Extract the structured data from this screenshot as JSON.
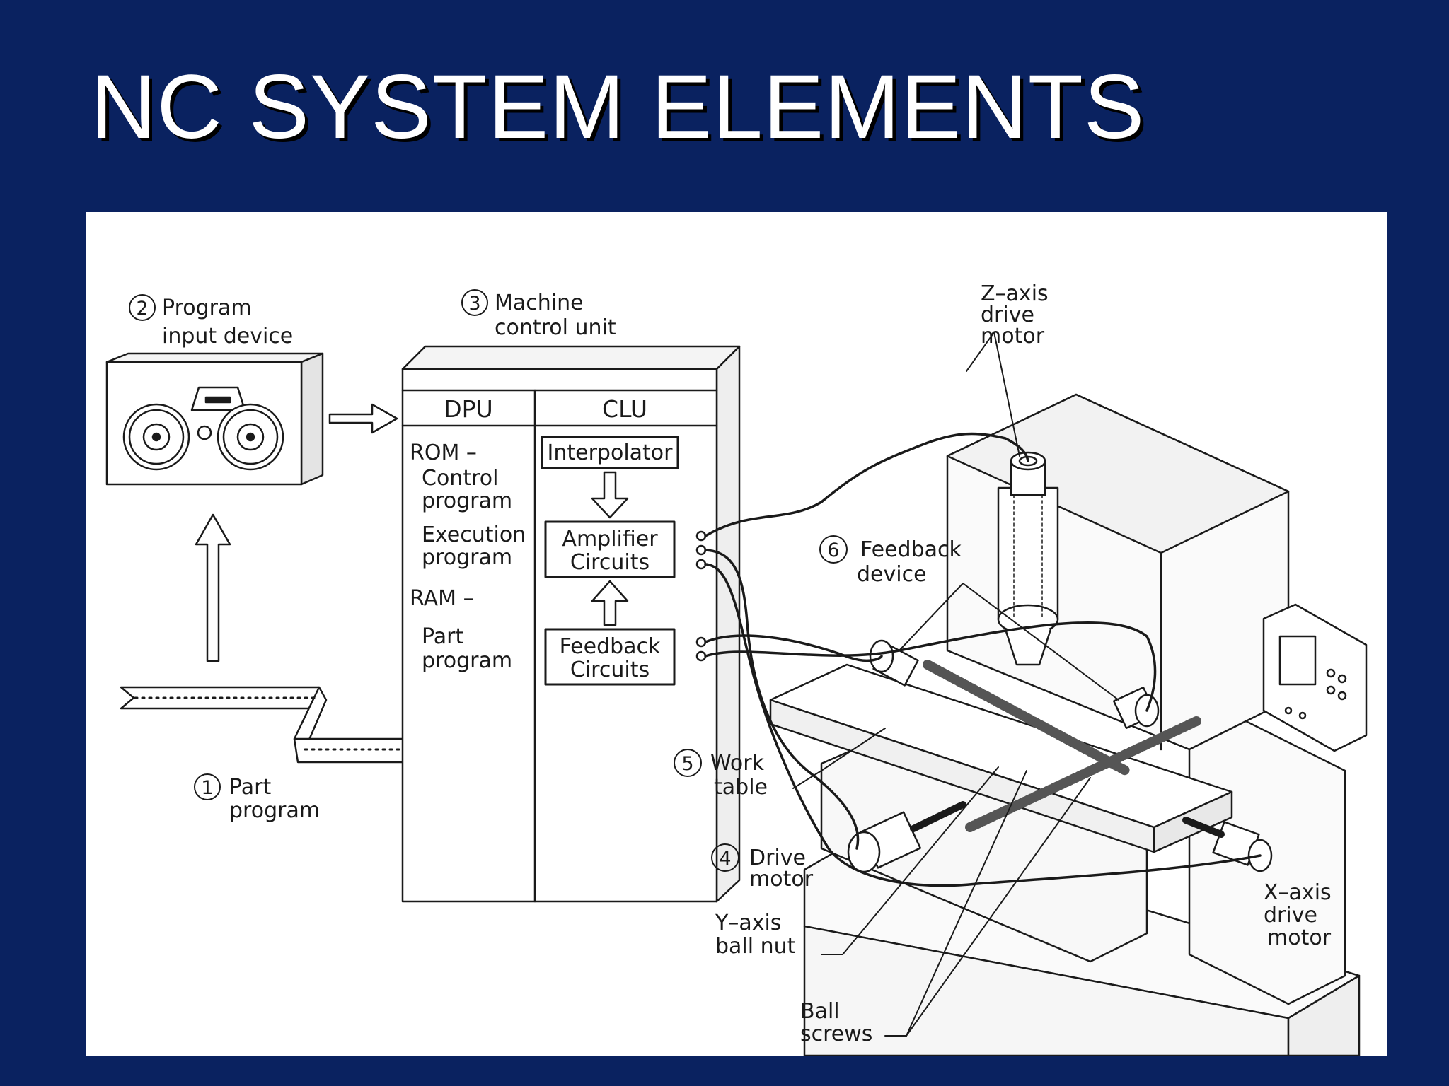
{
  "slide": {
    "title": "NC SYSTEM ELEMENTS"
  },
  "diagram": {
    "part_program": {
      "number": "1",
      "line1": "Part",
      "line2": "program"
    },
    "program_input_device": {
      "number": "2",
      "line1": "Program",
      "line2": "input device"
    },
    "machine_control_unit": {
      "number": "3",
      "line1": "Machine",
      "line2": "control unit",
      "dpu_header": "DPU",
      "clu_header": "CLU",
      "rom": "ROM  –",
      "control_1": "Control",
      "control_2": "program",
      "exec_1": "Execution",
      "exec_2": "program",
      "ram": "RAM  –",
      "part_1": "Part",
      "part_2": "program",
      "interpolator": "Interpolator",
      "amp_1": "Amplifier",
      "amp_2": "Circuits",
      "fb_1": "Feedback",
      "fb_2": "Circuits"
    },
    "drive_motor": {
      "number": "4",
      "line1": "Drive",
      "line2": "motor"
    },
    "work_table": {
      "number": "5",
      "line1": "Work",
      "line2": "table"
    },
    "feedback_device": {
      "number": "6",
      "line1": "Feedback",
      "line2": "device"
    },
    "z_axis": {
      "line1": "Z–axis",
      "line2": "drive",
      "line3": "motor"
    },
    "x_axis": {
      "line1": "X–axis",
      "line2": "drive",
      "line3": "motor"
    },
    "y_axis": {
      "line1": "Y–axis",
      "line2": "ball  nut"
    },
    "ball_screws": {
      "line1": "Ball",
      "line2": "screws"
    }
  }
}
